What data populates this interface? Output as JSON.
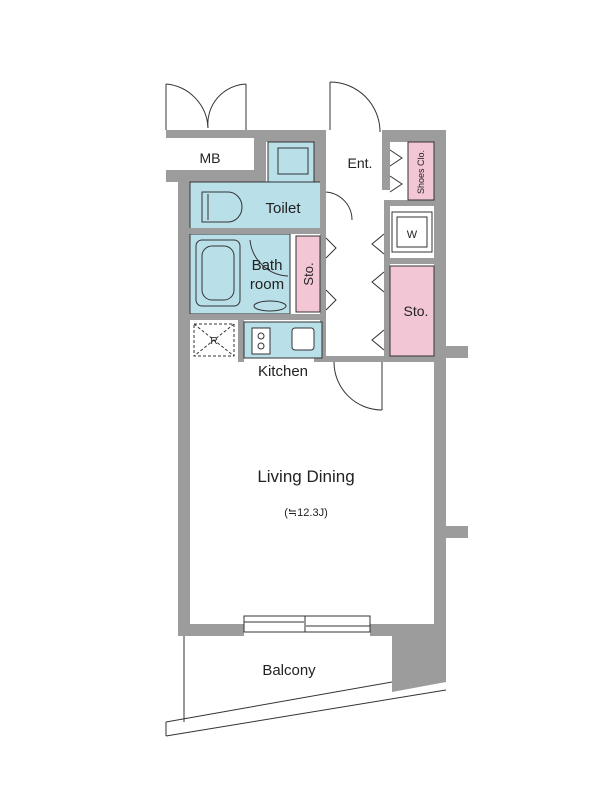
{
  "rooms": {
    "mb": "MB",
    "entrance": "Ent.",
    "shoes_closet": "Shoes Clo.",
    "toilet": "Toilet",
    "bathroom_line1": "Bath",
    "bathroom_line2": "room",
    "storage_small": "Sto.",
    "storage_large": "Sto.",
    "washer": "W",
    "fridge": "R",
    "kitchen": "Kitchen",
    "living_dining": "Living Dining",
    "living_dining_size": "(≒12.3J)",
    "balcony": "Balcony"
  },
  "colors": {
    "wall": "#9c9c9c",
    "water_area": "#b9dfe8",
    "storage": "#f3c6d6",
    "background": "#ffffff"
  }
}
